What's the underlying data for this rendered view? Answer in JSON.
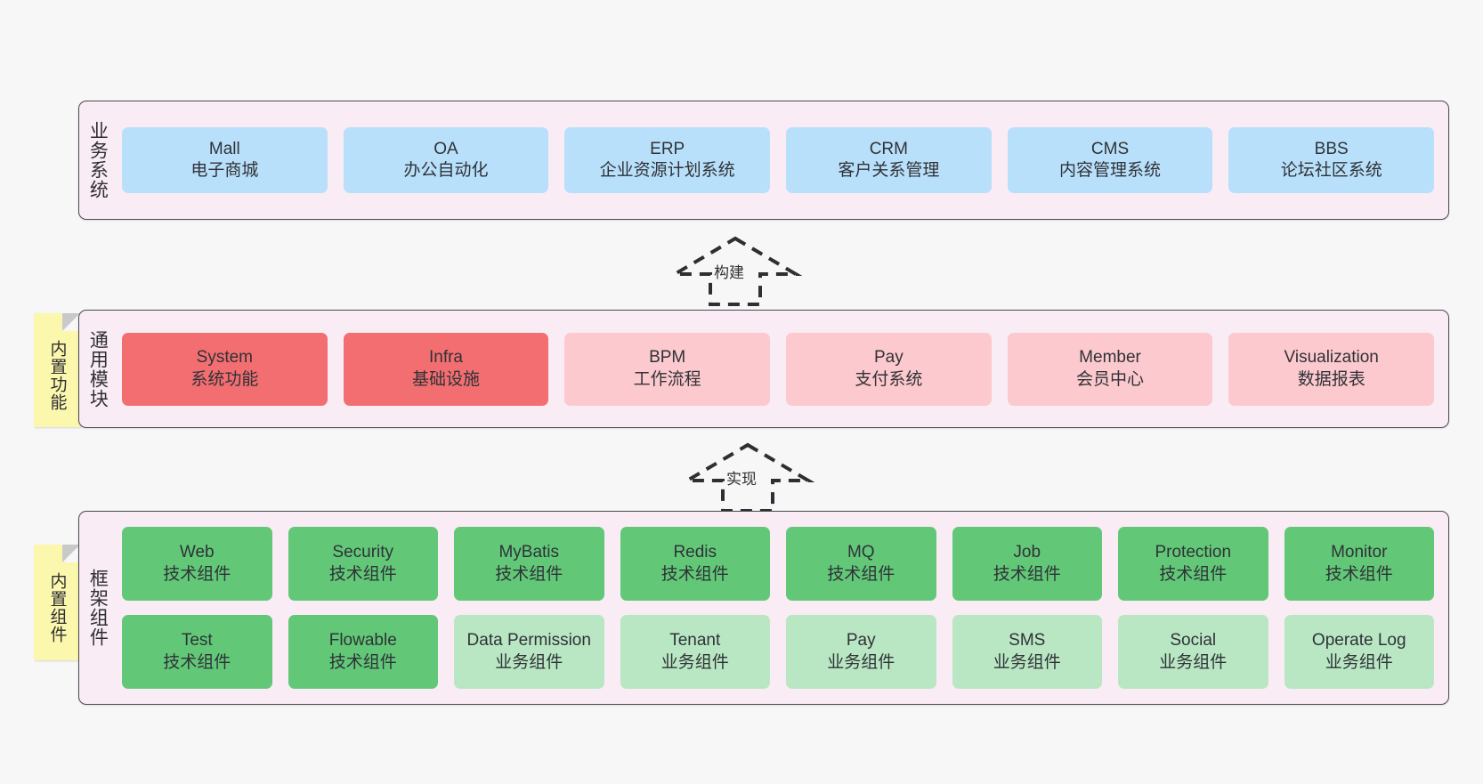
{
  "layers": [
    {
      "key": "business",
      "title": "业务系统",
      "rows": [
        [
          {
            "en": "Mall",
            "cn": "电子商城",
            "color": "blue"
          },
          {
            "en": "OA",
            "cn": "办公自动化",
            "color": "blue"
          },
          {
            "en": "ERP",
            "cn": "企业资源计划系统",
            "color": "blue"
          },
          {
            "en": "CRM",
            "cn": "客户关系管理",
            "color": "blue"
          },
          {
            "en": "CMS",
            "cn": "内容管理系统",
            "color": "blue"
          },
          {
            "en": "BBS",
            "cn": "论坛社区系统",
            "color": "blue"
          }
        ]
      ]
    },
    {
      "key": "common",
      "title": "通用模块",
      "note": "内置功能",
      "rows": [
        [
          {
            "en": "System",
            "cn": "系统功能",
            "color": "red"
          },
          {
            "en": "Infra",
            "cn": "基础设施",
            "color": "red"
          },
          {
            "en": "BPM",
            "cn": "工作流程",
            "color": "pink"
          },
          {
            "en": "Pay",
            "cn": "支付系统",
            "color": "pink"
          },
          {
            "en": "Member",
            "cn": "会员中心",
            "color": "pink"
          },
          {
            "en": "Visualization",
            "cn": "数据报表",
            "color": "pink"
          }
        ]
      ]
    },
    {
      "key": "framework",
      "title": "框架组件",
      "note": "内置组件",
      "rows": [
        [
          {
            "en": "Web",
            "cn": "技术组件",
            "color": "green"
          },
          {
            "en": "Security",
            "cn": "技术组件",
            "color": "green"
          },
          {
            "en": "MyBatis",
            "cn": "技术组件",
            "color": "green"
          },
          {
            "en": "Redis",
            "cn": "技术组件",
            "color": "green"
          },
          {
            "en": "MQ",
            "cn": "技术组件",
            "color": "green"
          },
          {
            "en": "Job",
            "cn": "技术组件",
            "color": "green"
          },
          {
            "en": "Protection",
            "cn": "技术组件",
            "color": "green"
          },
          {
            "en": "Monitor",
            "cn": "技术组件",
            "color": "green"
          }
        ],
        [
          {
            "en": "Test",
            "cn": "技术组件",
            "color": "green"
          },
          {
            "en": "Flowable",
            "cn": "技术组件",
            "color": "green"
          },
          {
            "en": "Data Permission",
            "cn": "业务组件",
            "color": "lightgreen"
          },
          {
            "en": "Tenant",
            "cn": "业务组件",
            "color": "lightgreen"
          },
          {
            "en": "Pay",
            "cn": "业务组件",
            "color": "lightgreen"
          },
          {
            "en": "SMS",
            "cn": "业务组件",
            "color": "lightgreen"
          },
          {
            "en": "Social",
            "cn": "业务组件",
            "color": "lightgreen"
          },
          {
            "en": "Operate Log",
            "cn": "业务组件",
            "color": "lightgreen"
          }
        ]
      ]
    }
  ],
  "relations": [
    {
      "key": "build",
      "label": "构建"
    },
    {
      "key": "implement",
      "label": "实现"
    }
  ],
  "colors": {
    "canvas": "#f7f7f7",
    "layer_bg": "#f9ecf5",
    "layer_border": "#4a4a52",
    "blue": "#b9e0fb",
    "red": "#f26e70",
    "pink": "#fcc9ce",
    "green": "#62c878",
    "lightgreen": "#b9e7c3",
    "sticky": "#fbf7ac",
    "text": "#2f3237"
  }
}
